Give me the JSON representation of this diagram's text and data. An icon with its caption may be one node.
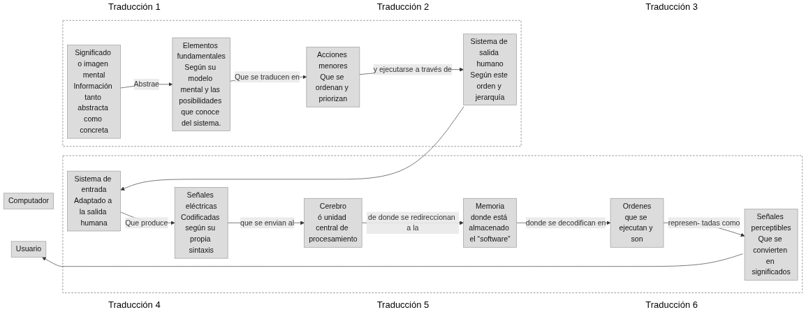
{
  "diagram": {
    "nodes": [
      {
        "text": [
          "Usuario"
        ]
      },
      {
        "text": [],
        "shape": "box"
      },
      {
        "text": [
          "Significado o imagen mental",
          "Información tanto abstracta como concreta"
        ],
        "in": 1
      },
      {
        "text": [
          "Elementos fundamentales",
          "Según su modelo mental y las posibilidades que conoce del sistema."
        ],
        "in": 1
      },
      {
        "text": [
          "Acciones menores",
          "Que se ordenan y priorizan"
        ],
        "in": 1
      },
      {
        "text": [
          "Sistema de salida humano",
          "Según este orden y jerarquía"
        ],
        "in": 1
      },
      {
        "text": [
          "Computador"
        ]
      },
      {
        "text": [],
        "shape": "box"
      },
      {
        "text": [
          "Sistema de entrada",
          "Adaptado a la salida humana"
        ],
        "in": 7
      },
      {
        "text": [
          "Señales eléctricas",
          "Codificadas según su propia sintaxis"
        ],
        "in": 7
      },
      {
        "text": [
          "Cerebro",
          "ó unidad central de procesamiento"
        ],
        "in": 7
      },
      {
        "text": [
          "Memoria",
          "donde está almacenado el “software”"
        ],
        "in": 7
      },
      {
        "text": [
          "Ordenes",
          "que se ejecutan y son"
        ],
        "in": 7
      },
      {
        "text": [
          "Señales perceptibles",
          "Que se convierten en significados"
        ],
        "in": 7
      }
    ],
    "edges": [
      {
        "from": 2,
        "to": 3,
        "arrow": "to",
        "label": "Abstrae"
      },
      {
        "from": 3,
        "to": 4,
        "arrow": "to",
        "label": "Que se traducen en"
      },
      {
        "from": 4,
        "to": 5,
        "arrow": "to",
        "label": "y ejecutarse a través de"
      },
      {
        "from": 5,
        "to": 8,
        "arrow": "to"
      },
      {
        "from": 8,
        "to": 9,
        "arrow": "to",
        "label": "Que produce"
      },
      {
        "from": 9,
        "to": 10,
        "arrow": "to",
        "label": "que se envian al"
      },
      {
        "from": 10,
        "to": 11,
        "arrow": "to",
        "label": "de donde se redireccionan a la"
      },
      {
        "from": 11,
        "to": 12,
        "arrow": "to",
        "label": "donde se decodifican en"
      },
      {
        "from": 12,
        "to": 13,
        "arrow": "to",
        "label": "represen- tadas como"
      },
      {
        "from": 13,
        "to": 0,
        "arrow": "to"
      }
    ],
    "labels": [
      "Traducción 1",
      "Traducción 2",
      "Traducción 3",
      "Traducción 4",
      "Traducción 5",
      "Traducción 6"
    ]
  }
}
